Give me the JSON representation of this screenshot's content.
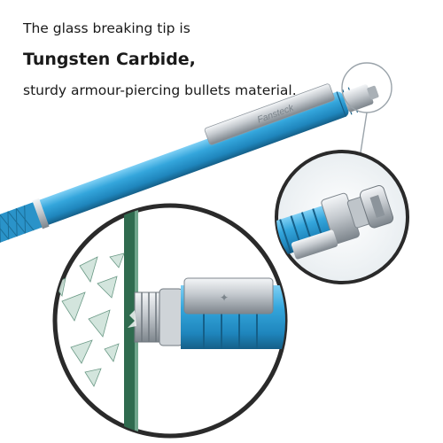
{
  "caption": {
    "line1": "The glass breaking tip is",
    "line2": "Tungsten Carbide,",
    "line3": "sturdy armour-piercing bullets material."
  },
  "brand": {
    "logo_text": "Fansteck"
  },
  "colors": {
    "pen_blue": "#2ea0d8",
    "pen_blue_dark": "#1f7fb3",
    "metal": "#c8ccd0",
    "glass_green": "#2f6b4f"
  }
}
